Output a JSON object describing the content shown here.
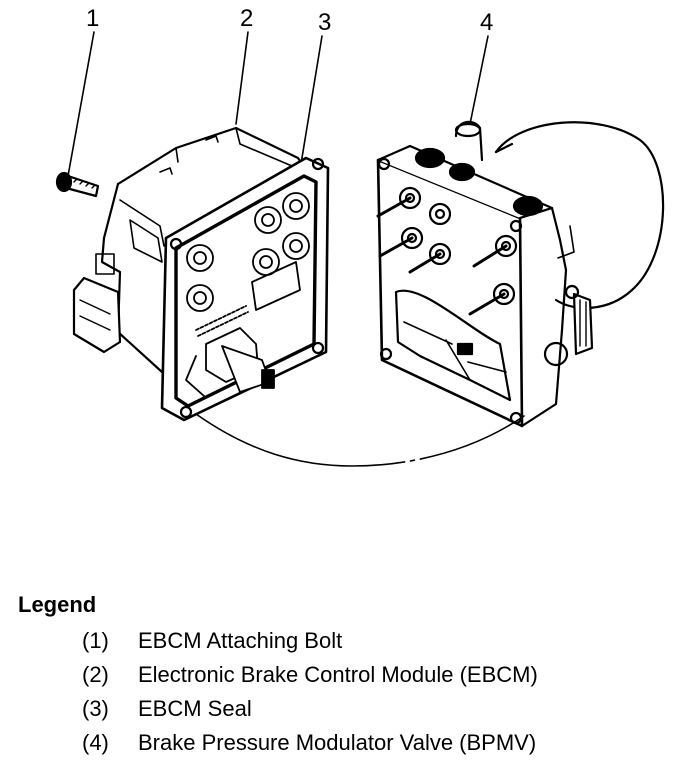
{
  "callouts": [
    "1",
    "2",
    "3",
    "4"
  ],
  "legend": {
    "title": "Legend",
    "items": [
      {
        "number": "(1)",
        "text": "EBCM Attaching Bolt"
      },
      {
        "number": "(2)",
        "text": "Electronic Brake Control Module (EBCM)"
      },
      {
        "number": "(3)",
        "text": "EBCM Seal"
      },
      {
        "number": "(4)",
        "text": "Brake Pressure Modulator Valve (BPMV)"
      }
    ]
  },
  "colors": {
    "ink": "#000000",
    "paper": "#ffffff"
  }
}
